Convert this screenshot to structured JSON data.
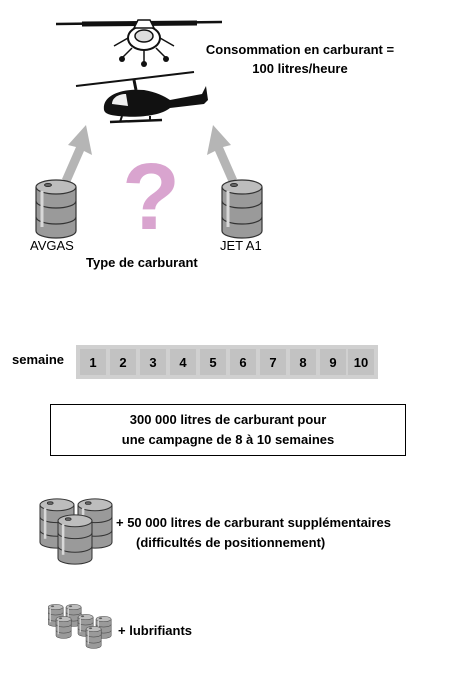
{
  "consumption": {
    "line1": "Consommation en carburant =",
    "line2": "100 litres/heure"
  },
  "fuels": {
    "left": "AVGAS",
    "right": "JET A1",
    "question_mark": "?",
    "type_label": "Type de carburant"
  },
  "weeks": {
    "label": "semaine",
    "numbers": [
      "1",
      "2",
      "3",
      "4",
      "5",
      "6",
      "7",
      "8",
      "9",
      "10"
    ]
  },
  "campaign": {
    "line1": "300 000 litres de carburant pour",
    "line2": "une campagne de 8 à 10 semaines"
  },
  "extra_fuel": {
    "line1": "+ 50 000 litres de carburant supplémentaires",
    "line2": "(difficultés de positionnement)"
  },
  "lubricants": {
    "label": "+ lubrifiants"
  },
  "colors": {
    "arrow": "#b5b5b5",
    "question_mark": "#d9a4cf",
    "week_cell": "#c2c2c2",
    "week_strip": "#d0d0d0",
    "barrel": "#9a9a9a"
  }
}
